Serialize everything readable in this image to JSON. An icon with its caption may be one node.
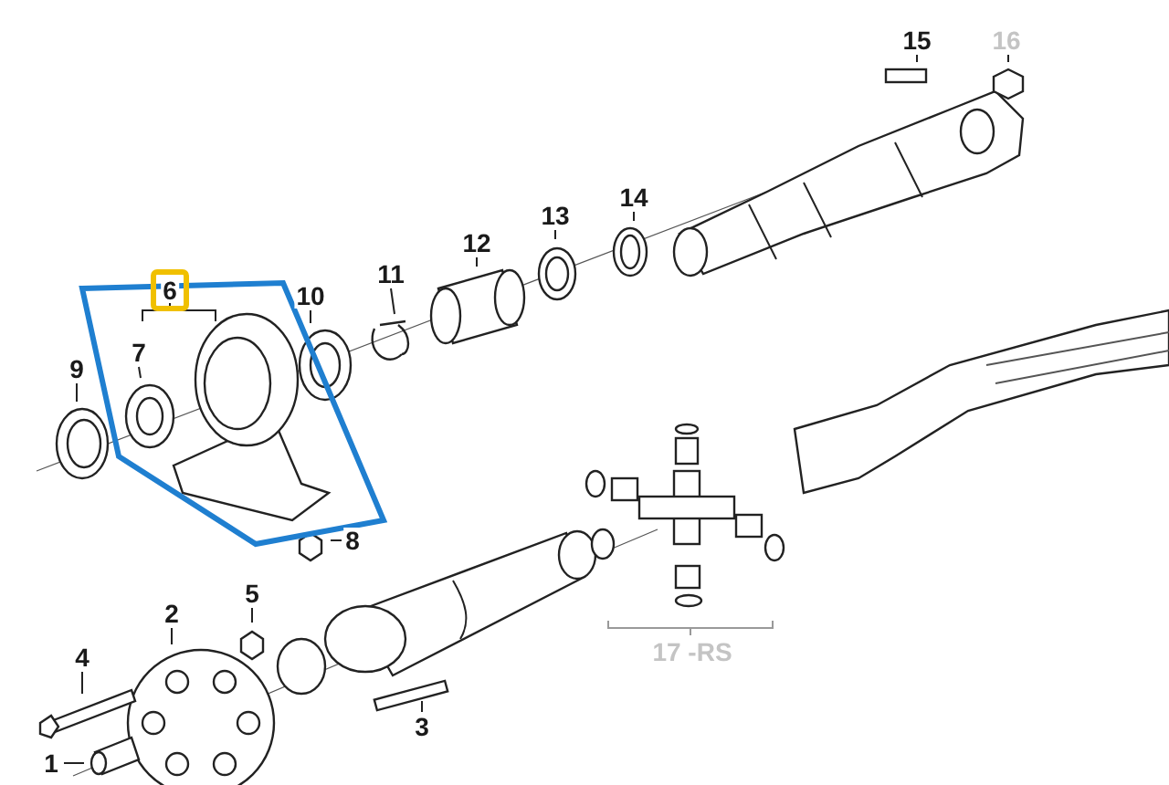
{
  "diagram": {
    "nodes": [
      {
        "text": [
          "1"
        ]
      },
      {
        "text": [
          "2"
        ]
      },
      {
        "text": [
          "3"
        ]
      },
      {
        "text": [
          "4"
        ]
      },
      {
        "text": [
          "5"
        ]
      },
      {
        "text": [
          "6"
        ]
      },
      {
        "text": [
          "7"
        ]
      },
      {
        "text": [
          "8"
        ]
      },
      {
        "text": [
          "9"
        ]
      },
      {
        "text": [
          "10"
        ]
      },
      {
        "text": [
          "11"
        ]
      },
      {
        "text": [
          "12"
        ]
      },
      {
        "text": [
          "13"
        ]
      },
      {
        "text": [
          "14"
        ]
      },
      {
        "text": [
          "15"
        ]
      },
      {
        "text": [
          "16"
        ]
      },
      {
        "text": [
          "17 -RS"
        ]
      }
    ],
    "edges": [
      {
        "from": 0,
        "to": null,
        "arrow": "none"
      },
      {
        "from": 1,
        "to": null,
        "arrow": "none"
      },
      {
        "from": 2,
        "to": null,
        "arrow": "none"
      },
      {
        "from": 3,
        "to": null,
        "arrow": "none"
      },
      {
        "from": 4,
        "to": null,
        "arrow": "none"
      },
      {
        "from": 6,
        "to": null,
        "arrow": "none"
      },
      {
        "from": 7,
        "to": null,
        "arrow": "none"
      },
      {
        "from": 8,
        "to": null,
        "arrow": "none"
      },
      {
        "from": 9,
        "to": null,
        "arrow": "none"
      },
      {
        "from": 10,
        "to": null,
        "arrow": "none"
      },
      {
        "from": 11,
        "to": null,
        "arrow": "none"
      },
      {
        "from": 12,
        "to": null,
        "arrow": "none"
      },
      {
        "from": 13,
        "to": null,
        "arrow": "none"
      },
      {
        "from": 14,
        "to": null,
        "arrow": "none"
      },
      {
        "from": 15,
        "to": null,
        "arrow": "none"
      }
    ]
  }
}
